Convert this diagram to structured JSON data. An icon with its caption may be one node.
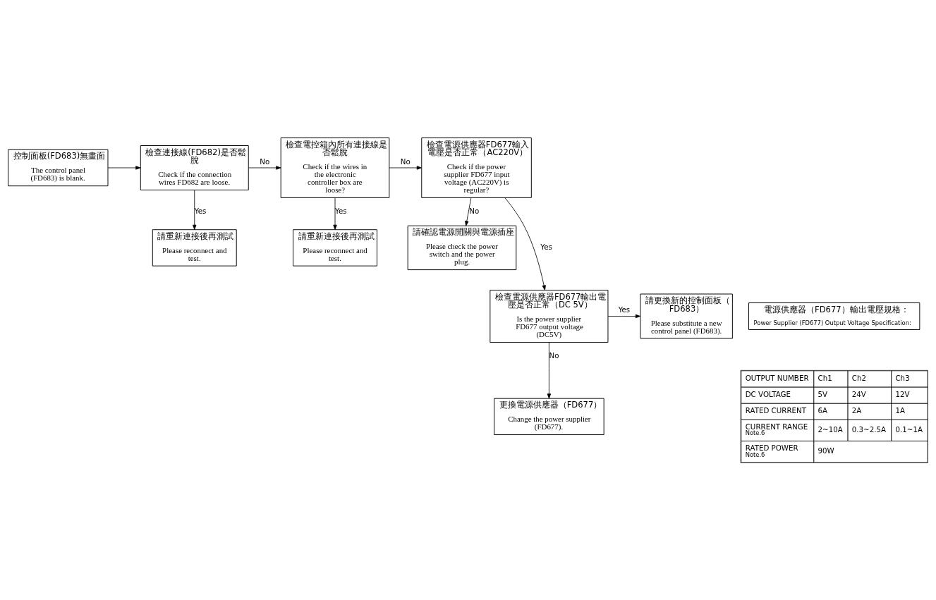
{
  "diagram": {
    "nodes": [
      {
        "text": [
          "控制面板(FD683)無畫面",
          "The control panel (FD683) is blank."
        ]
      },
      {
        "text": [
          "檢查連接線(FD682)是否鬆脫",
          "Check if the connection wires FD682 are loose."
        ]
      },
      {
        "text": [
          "請重新連接後再測試",
          "Please reconnect and test."
        ]
      },
      {
        "text": [
          "檢查電控箱內所有連接線是否鬆脫",
          "Check if the wires in the electronic controller box are loose?"
        ]
      },
      {
        "text": [
          "請重新連接後再測試",
          "Please reconnect and test."
        ]
      },
      {
        "text": [
          "檢查電源供應器FD677輸入電壓是否正常（AC220V）",
          "Check if the power supplier FD677 input voltage (AC220V) is regular?"
        ]
      },
      {
        "text": [
          "請確認電源開關與電源插座",
          "Please check the power switch and the power plug."
        ]
      },
      {
        "text": [
          "檢查電源供應器FD677輸出電壓是否正常（DC 5V）",
          "Is the power supplier FD677 output voltage (DC5V)"
        ]
      },
      {
        "text": [
          "請更換新的控制面板（FD683）",
          "Please substitute a new control panel (FD683)."
        ]
      },
      {
        "text": [
          "更換電源供應器（FD677）",
          "Change the power supplier (FD677)."
        ]
      },
      {
        "text": [
          "電源供應器（FD677）輸出電壓規格：",
          "Power Supplier (FD677) Output Voltage Specification:"
        ]
      }
    ],
    "edges": [
      {
        "from": 0,
        "to": 1,
        "arrow": "to"
      },
      {
        "from": 1,
        "to": 3,
        "arrow": "to",
        "label": "No"
      },
      {
        "from": 1,
        "to": 2,
        "arrow": "to",
        "label": "Yes"
      },
      {
        "from": 3,
        "to": 5,
        "arrow": "to",
        "label": "No"
      },
      {
        "from": 3,
        "to": 4,
        "arrow": "to",
        "label": "Yes"
      },
      {
        "from": 5,
        "to": 6,
        "arrow": "to",
        "label": "No"
      },
      {
        "from": 5,
        "to": 7,
        "arrow": "to",
        "label": "Yes"
      },
      {
        "from": 7,
        "to": 8,
        "arrow": "to",
        "label": "Yes"
      },
      {
        "from": 7,
        "to": 9,
        "arrow": "to",
        "label": "No"
      }
    ],
    "labels": [
      "OUTPUT NUMBER",
      "Ch1",
      "Ch2",
      "Ch3",
      "DC VOLTAGE",
      "5V",
      "24V",
      "12V",
      "RATED CURRENT",
      "6A",
      "2A",
      "1A",
      "CURRENT RANGE",
      "Note.6",
      "2~10A",
      "0.3~2.5A",
      "0.1~1A",
      "RATED POWER",
      "Note.6",
      "90W"
    ]
  }
}
